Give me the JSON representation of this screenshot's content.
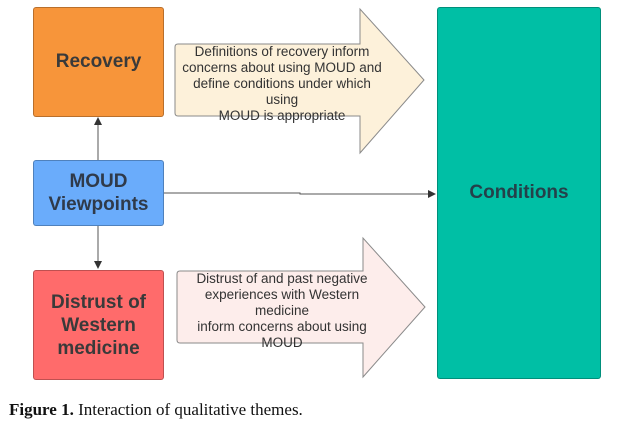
{
  "nodes": {
    "recovery": {
      "label": "Recovery",
      "color": "#F7953A"
    },
    "moud_viewpoints": {
      "label_line1": "MOUD",
      "label_line2": "Viewpoints",
      "color": "#6AACFB"
    },
    "distrust": {
      "label_line1": "Distrust of",
      "label_line2": "Western",
      "label_line3": "medicine",
      "color": "#FF6B6B"
    },
    "conditions": {
      "label": "Conditions",
      "color": "#00BFA5"
    }
  },
  "arrows": {
    "top": {
      "lines": [
        "Definitions of recovery inform",
        "concerns about using MOUD and",
        "define conditions under which using",
        "MOUD is appropriate"
      ],
      "fill": "#FDF1DA"
    },
    "bottom": {
      "lines": [
        "Distrust of and past negative",
        "experiences with Western medicine",
        "inform concerns about using",
        "MOUD"
      ],
      "fill": "#FDEDEB"
    }
  },
  "edges": [
    {
      "from": "MOUD Viewpoints",
      "to": "Recovery"
    },
    {
      "from": "MOUD Viewpoints",
      "to": "Distrust of Western medicine"
    },
    {
      "from": "MOUD Viewpoints",
      "to": "Conditions"
    }
  ],
  "caption": {
    "label": "Figure 1.",
    "text": " Interaction of qualitative themes."
  }
}
